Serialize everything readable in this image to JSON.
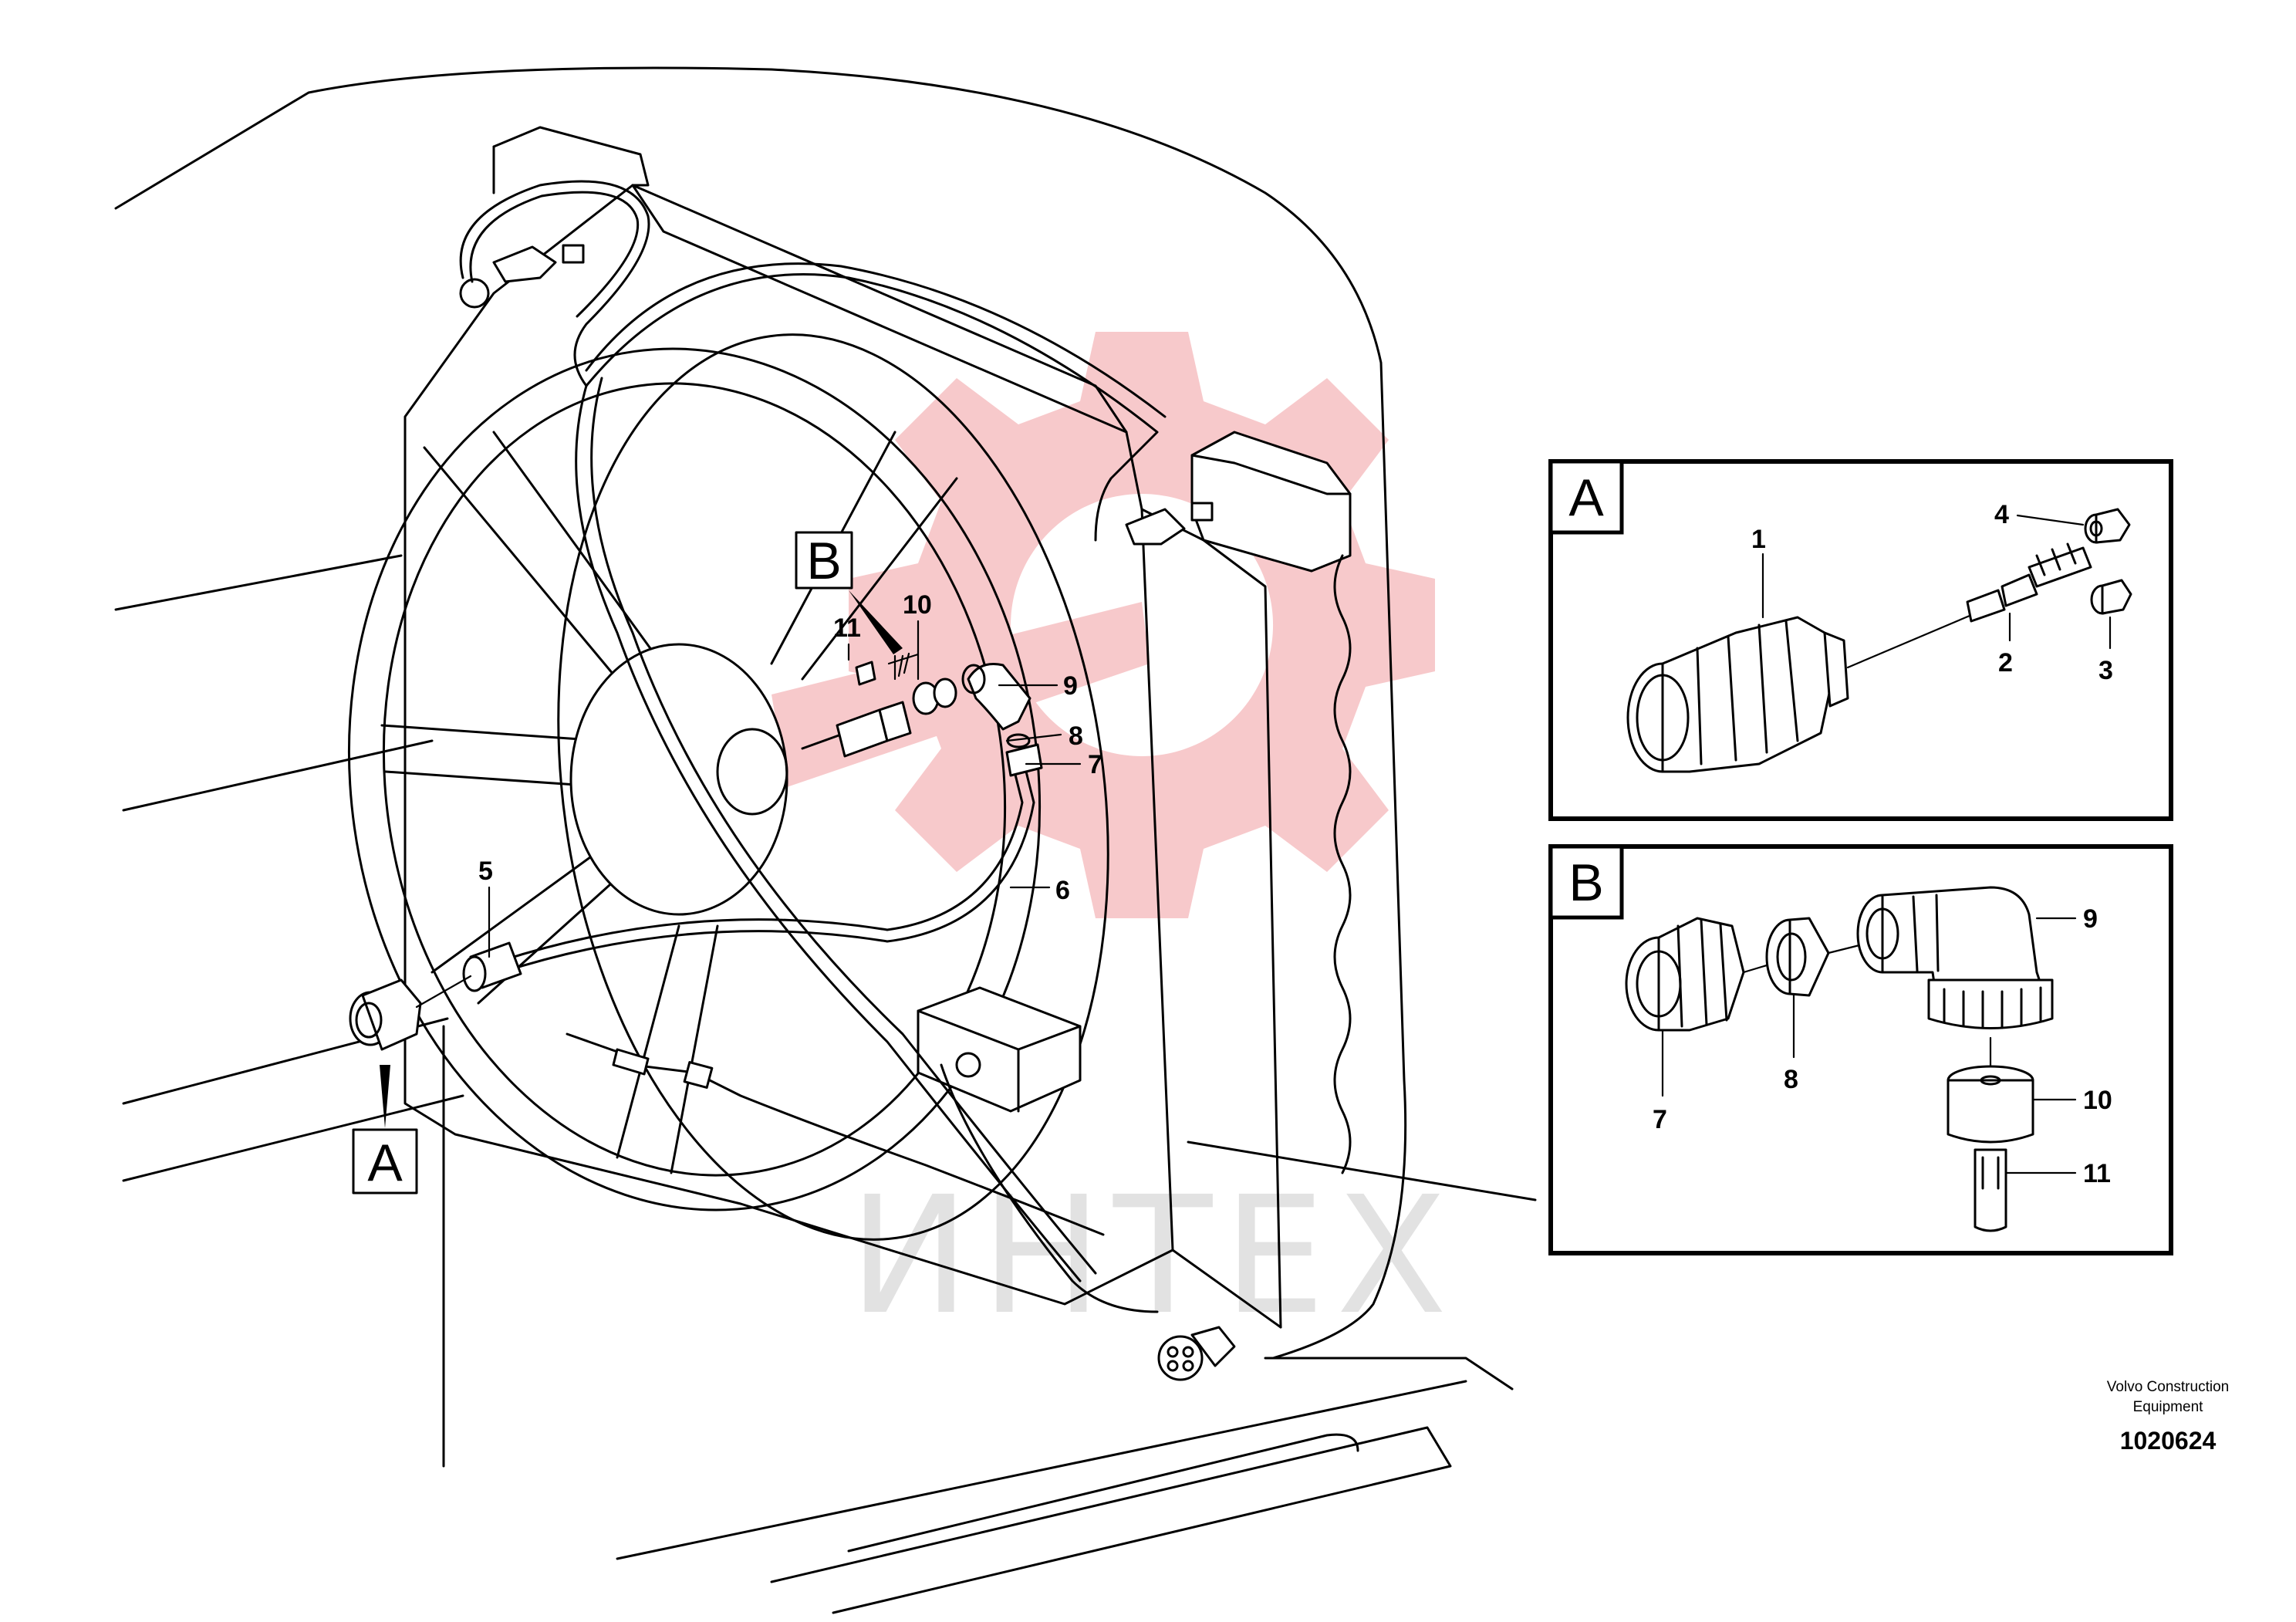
{
  "watermark": {
    "text": "ИНТЕХ",
    "gear_color": "#f7c9cb",
    "text_color": "#e2e2e2"
  },
  "detail_views": [
    {
      "id": "A",
      "label": "A"
    },
    {
      "id": "B",
      "label": "B"
    }
  ],
  "main_view": {
    "view_tags": [
      {
        "id": "A",
        "label": "A"
      },
      {
        "id": "B",
        "label": "B"
      }
    ],
    "callouts": [
      {
        "id": "5",
        "label": "5"
      },
      {
        "id": "6",
        "label": "6"
      },
      {
        "id": "7",
        "label": "7"
      },
      {
        "id": "8",
        "label": "8"
      },
      {
        "id": "9",
        "label": "9"
      },
      {
        "id": "10",
        "label": "10"
      },
      {
        "id": "11",
        "label": "11"
      }
    ]
  },
  "detail_a": {
    "callouts": [
      {
        "id": "1",
        "label": "1"
      },
      {
        "id": "2",
        "label": "2"
      },
      {
        "id": "3",
        "label": "3"
      },
      {
        "id": "4",
        "label": "4"
      }
    ]
  },
  "detail_b": {
    "callouts": [
      {
        "id": "7",
        "label": "7"
      },
      {
        "id": "8",
        "label": "8"
      },
      {
        "id": "9",
        "label": "9"
      },
      {
        "id": "10",
        "label": "10"
      },
      {
        "id": "11",
        "label": "11"
      }
    ]
  },
  "credit": {
    "line1": "Volvo Construction",
    "line2": "Equipment",
    "drawing_number": "1020624"
  }
}
